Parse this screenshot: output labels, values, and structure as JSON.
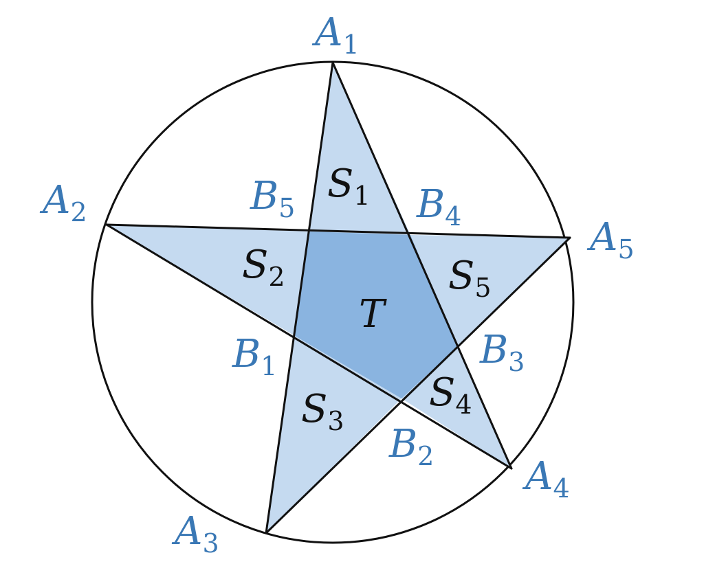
{
  "figure": {
    "vertices": {
      "A1": {
        "letter": "A",
        "index": "1"
      },
      "A2": {
        "letter": "A",
        "index": "2"
      },
      "A3": {
        "letter": "A",
        "index": "3"
      },
      "A4": {
        "letter": "A",
        "index": "4"
      },
      "A5": {
        "letter": "A",
        "index": "5"
      },
      "B1": {
        "letter": "B",
        "index": "1"
      },
      "B2": {
        "letter": "B",
        "index": "2"
      },
      "B3": {
        "letter": "B",
        "index": "3"
      },
      "B4": {
        "letter": "B",
        "index": "4"
      },
      "B5": {
        "letter": "B",
        "index": "5"
      }
    },
    "regions": {
      "S1": {
        "letter": "S",
        "index": "1"
      },
      "S2": {
        "letter": "S",
        "index": "2"
      },
      "S3": {
        "letter": "S",
        "index": "3"
      },
      "S4": {
        "letter": "S",
        "index": "4"
      },
      "S5": {
        "letter": "S",
        "index": "5"
      },
      "T": {
        "letter": "T"
      }
    },
    "colors": {
      "star_fill": "#c5daf0",
      "pentagon_fill": "#8ab4e0",
      "vertex_label": "#3a78b5",
      "region_label": "#111111",
      "stroke": "#111111"
    }
  }
}
